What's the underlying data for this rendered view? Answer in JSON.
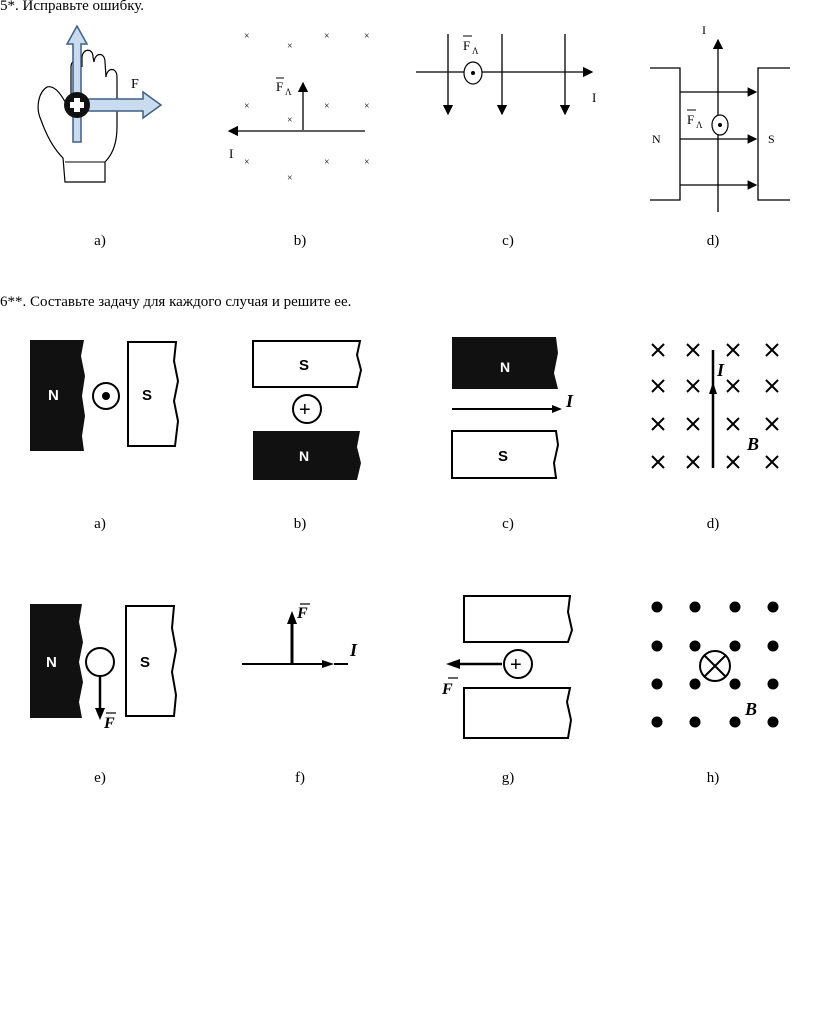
{
  "task5": {
    "heading": "5*. Исправьте ошибку.",
    "labels": {
      "force": "F",
      "lorentz": "F",
      "lorentz_sub": "Λ",
      "current": "I",
      "north": "N",
      "south": "S"
    },
    "captions": [
      "a)",
      "b)",
      "c)",
      "d)"
    ]
  },
  "task6": {
    "heading": "6**. Составьте задачу для каждого случая и решите ее.",
    "labels": {
      "north": "N",
      "south": "S",
      "current": "I",
      "field": "B",
      "force": "F",
      "plus": "+"
    },
    "captions_row1": [
      "a)",
      "b)",
      "c)",
      "d)"
    ],
    "captions_row2": [
      "e)",
      "f)",
      "g)",
      "h)"
    ]
  },
  "colors": {
    "arrow_fill": "#c9dbef",
    "arrow_stroke": "#3f5f85",
    "magnet_dark": "#111111",
    "line": "#000000"
  }
}
